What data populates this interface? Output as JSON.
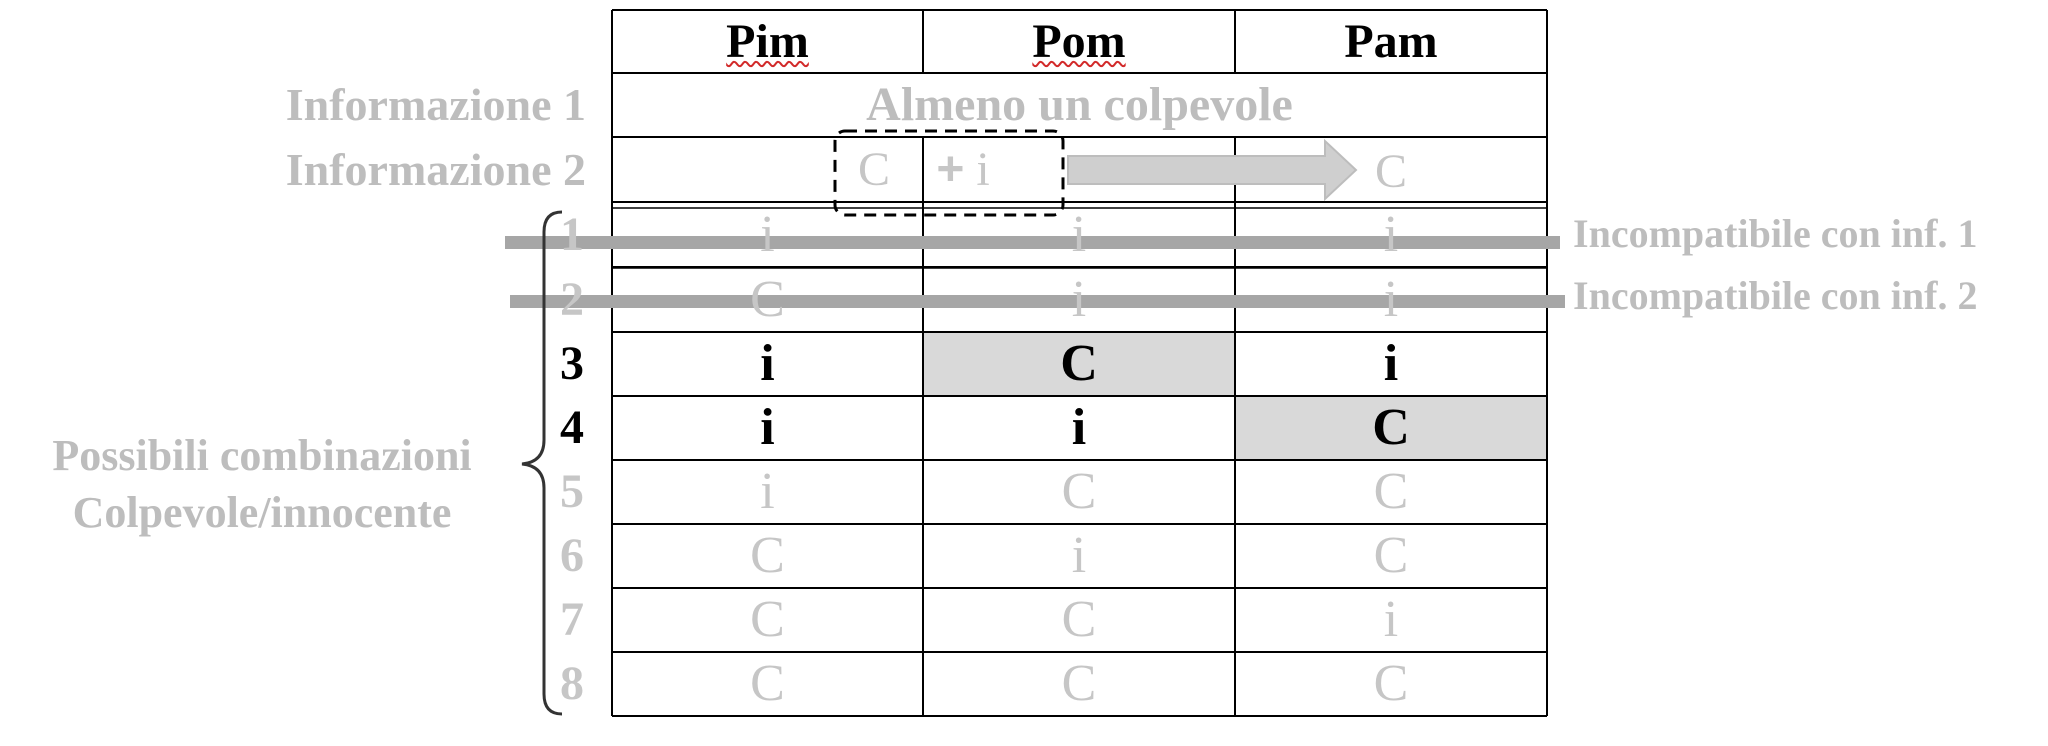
{
  "headers": [
    "Pim",
    "Pom",
    "Pam"
  ],
  "info_rows": [
    {
      "label": "Informazione 1",
      "text": "Almeno un colpevole"
    },
    {
      "label": "Informazione 2",
      "given": "C",
      "plus": "+",
      "given_i": "i",
      "result": "C"
    }
  ],
  "rows": [
    {
      "num": "1",
      "cells": [
        "i",
        "i",
        "i"
      ],
      "state": "crossed"
    },
    {
      "num": "2",
      "cells": [
        "C",
        "i",
        "i"
      ],
      "state": "crossed"
    },
    {
      "num": "3",
      "cells": [
        "i",
        "C",
        "i"
      ],
      "state": "solution",
      "highlight": 1
    },
    {
      "num": "4",
      "cells": [
        "i",
        "i",
        "C"
      ],
      "state": "solution",
      "highlight": 2
    },
    {
      "num": "5",
      "cells": [
        "i",
        "C",
        "C"
      ],
      "state": "dim"
    },
    {
      "num": "6",
      "cells": [
        "C",
        "i",
        "C"
      ],
      "state": "dim"
    },
    {
      "num": "7",
      "cells": [
        "C",
        "C",
        "i"
      ],
      "state": "dim"
    },
    {
      "num": "8",
      "cells": [
        "C",
        "C",
        "C"
      ],
      "state": "dim"
    }
  ],
  "notes": [
    "Incompatibile con inf. 1",
    "Incompatibile con inf. 2"
  ],
  "group_label": [
    "Possibili combinazioni",
    "Colpevole/innocente"
  ],
  "colors": {
    "grid": "#000000",
    "highlight": "#d9d9d9",
    "strike": "#a6a6a6",
    "dim_text": "#c6c6c6",
    "arrow": "#cfcfcf"
  }
}
